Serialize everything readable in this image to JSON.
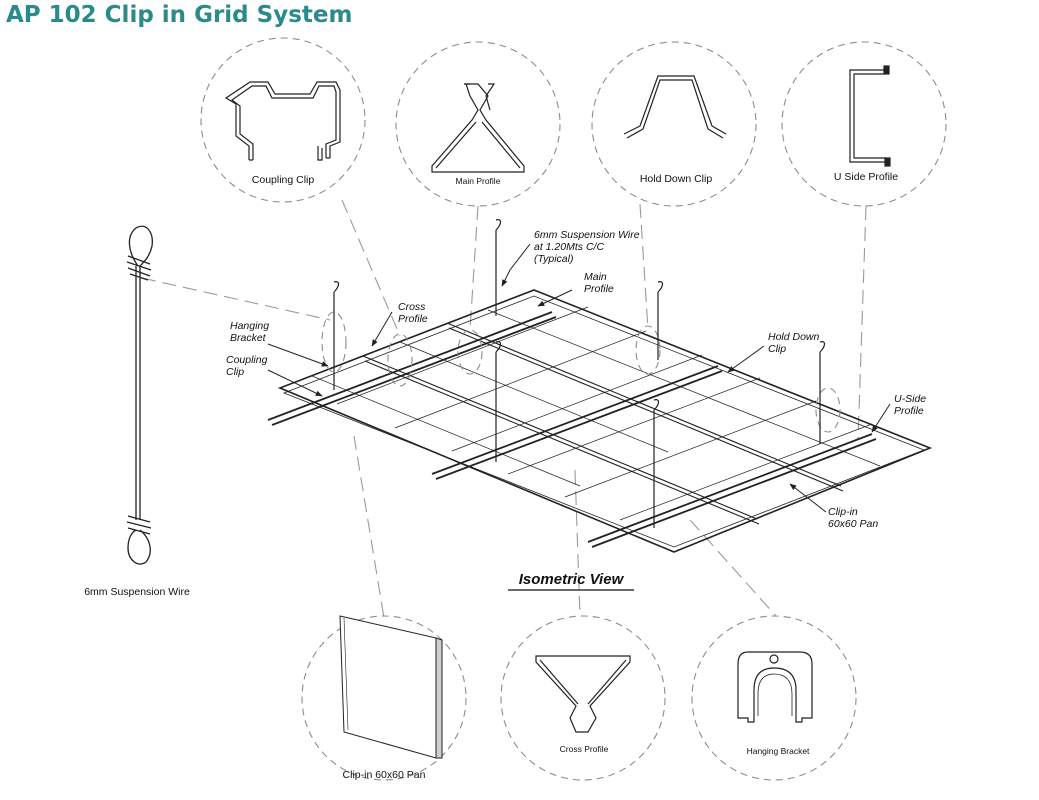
{
  "title": "AP 102 Clip in Grid System",
  "view_title": "Isometric View",
  "details_top": [
    {
      "id": "coupling-clip",
      "label": "Coupling Clip"
    },
    {
      "id": "main-profile",
      "label": "Main Profile"
    },
    {
      "id": "hold-down-clip",
      "label": "Hold Down Clip"
    },
    {
      "id": "u-side-profile",
      "label": "U Side Profile"
    }
  ],
  "details_bottom": [
    {
      "id": "clip-in-pan",
      "label": "Clip-in 60x60 Pan"
    },
    {
      "id": "cross-profile",
      "label": "Cross Profile"
    },
    {
      "id": "hanging-bracket",
      "label": "Hanging Bracket"
    }
  ],
  "wire_label": "6mm Suspension Wire",
  "callouts": {
    "suspension_wire": [
      "6mm Suspension Wire",
      "at 1.20Mts C/C",
      "(Typical)"
    ],
    "main_profile": [
      "Main",
      "Profile"
    ],
    "cross_profile": [
      "Cross",
      "Profile"
    ],
    "hanging_bracket": [
      "Hanging",
      "Bracket"
    ],
    "coupling_clip": [
      "Coupling",
      "Clip"
    ],
    "hold_down_clip": [
      "Hold Down",
      "Clip"
    ],
    "u_side_profile": [
      "U-Side",
      "Profile"
    ],
    "clip_in_pan": [
      "Clip-in",
      "60x60 Pan"
    ]
  }
}
